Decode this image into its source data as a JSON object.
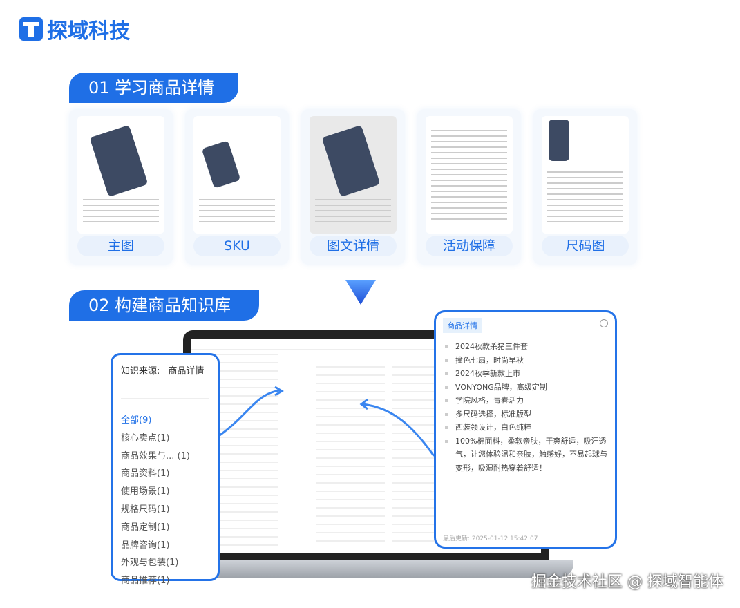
{
  "brand": {
    "name": "探域科技"
  },
  "steps": [
    {
      "label": "01 学习商品详情"
    },
    {
      "label": "02 构建商品知识库"
    }
  ],
  "cards": [
    {
      "label": "主图"
    },
    {
      "label": "SKU"
    },
    {
      "label": "图文详情"
    },
    {
      "label": "活动保障"
    },
    {
      "label": "尺码图"
    }
  ],
  "knowledge_panel": {
    "source_label": "知识来源:",
    "source_value": "商品详情",
    "categories": [
      "全部(9)",
      "核心卖点(1)",
      "商品效果与... (1)",
      "商品资料(1)",
      "使用场景(1)",
      "规格尺码(1)",
      "商品定制(1)",
      "品牌咨询(1)",
      "外观与包装(1)",
      "商品推荐(1)"
    ]
  },
  "detail_panel": {
    "tag": "商品详情",
    "points": [
      "2024秋款杀猪三件套",
      "撞色七扇，时尚早秋",
      "2024秋季新款上市",
      "VONYONG品牌，高级定制",
      "学院风格，青春活力",
      "多尺码选择，标准版型",
      "西装领设计，白色纯粹",
      "100%棉面料，柔软亲肤，干爽舒适，吸汗透气，让您体验温和亲肤，触感好，不易起球与变形，吸湿耐热穿着舒适！"
    ],
    "updated": "最后更新: 2025-01-12 15:42:07"
  },
  "watermark": "掘金技术社区 @ 探域智能体",
  "colors": {
    "accent": "#1f6fe6"
  }
}
